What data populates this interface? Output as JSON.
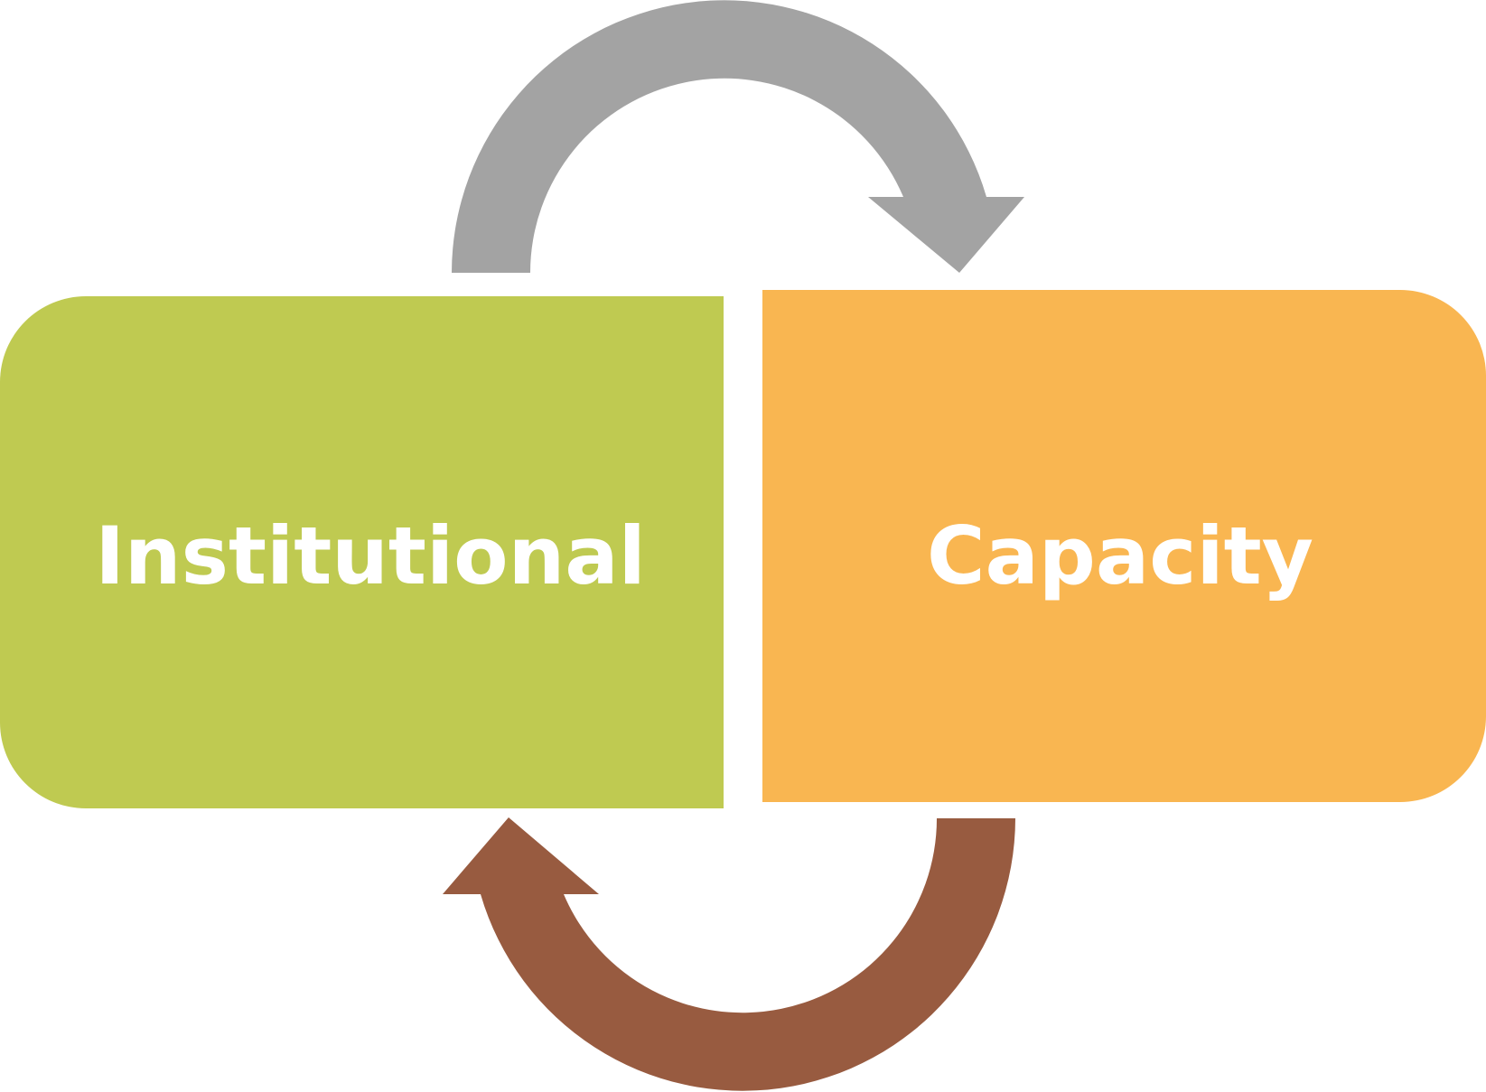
{
  "diagram": {
    "left_box": {
      "label": "Institutional",
      "color": "#bfca51"
    },
    "right_box": {
      "label": "Capacity",
      "color": "#f9b651"
    },
    "top_arrow": {
      "color": "#a3a3a3",
      "direction": "clockwise, from left box to right box"
    },
    "bottom_arrow": {
      "color": "#985b40",
      "direction": "clockwise, from right box to left box"
    }
  }
}
